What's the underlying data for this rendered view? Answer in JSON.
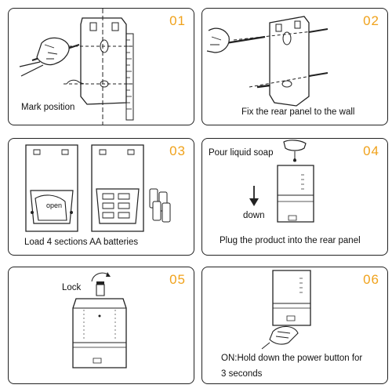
{
  "steps": [
    {
      "number": "01",
      "caption": "Mark position"
    },
    {
      "number": "02",
      "caption": "Fix the rear panel to the wall"
    },
    {
      "number": "03",
      "caption": "Load 4 sections AA batteries",
      "inner_label": "open"
    },
    {
      "number": "04",
      "caption_top": "Pour liquid soap",
      "arrow_label": "down",
      "caption": "Plug the product into the rear panel"
    },
    {
      "number": "05",
      "caption": "Lock"
    },
    {
      "number": "06",
      "caption_line1": "ON:Hold down the power button for",
      "caption_line2": "3 seconds"
    }
  ],
  "colors": {
    "step_number": "#f0a21b",
    "line": "#222222"
  }
}
